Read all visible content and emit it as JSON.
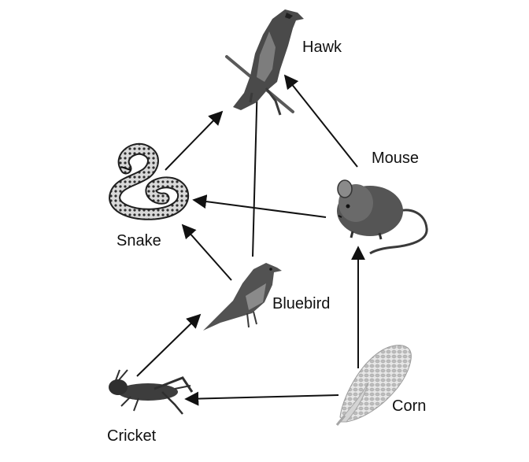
{
  "diagram": {
    "type": "food-web",
    "organisms": {
      "hawk": {
        "label": "Hawk",
        "icon": "hawk-icon"
      },
      "snake": {
        "label": "Snake",
        "icon": "snake-icon"
      },
      "mouse": {
        "label": "Mouse",
        "icon": "mouse-icon"
      },
      "bluebird": {
        "label": "Bluebird",
        "icon": "bluebird-icon"
      },
      "cricket": {
        "label": "Cricket",
        "icon": "cricket-icon"
      },
      "corn": {
        "label": "Corn",
        "icon": "corn-icon"
      }
    },
    "arrows": [
      {
        "from": "snake",
        "to": "hawk"
      },
      {
        "from": "bluebird",
        "to": "hawk"
      },
      {
        "from": "mouse",
        "to": "hawk"
      },
      {
        "from": "mouse",
        "to": "snake"
      },
      {
        "from": "bluebird",
        "to": "snake"
      },
      {
        "from": "corn",
        "to": "mouse"
      },
      {
        "from": "cricket",
        "to": "bluebird"
      },
      {
        "from": "corn",
        "to": "cricket"
      }
    ],
    "colors": {
      "stroke": "#111111",
      "organism_dark": "#3a3a3a",
      "organism_mid": "#7a7a7a",
      "organism_light": "#c8c8c8"
    }
  }
}
